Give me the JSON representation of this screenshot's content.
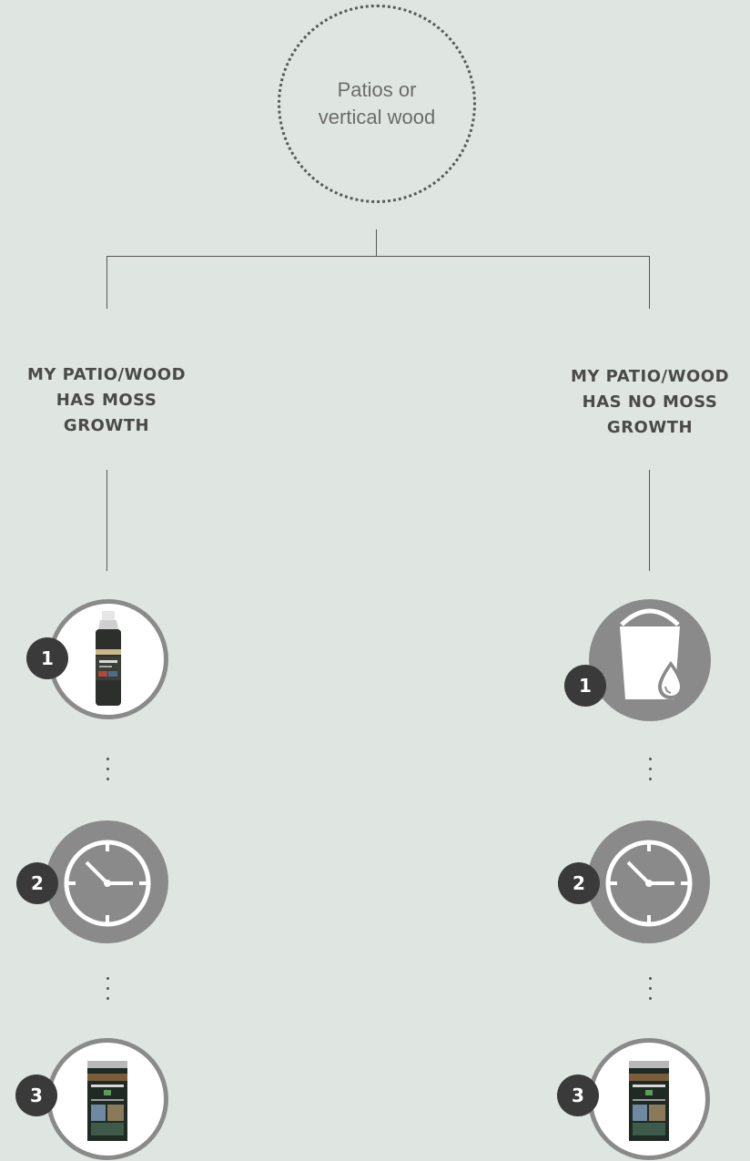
{
  "root": {
    "label": "Patios or\nvertical wood"
  },
  "branches": [
    {
      "label": "MY PATIO/WOOD\nHAS MOSS\nGROWTH",
      "steps": [
        {
          "number": "1",
          "icon": "cleaner-bottle-icon"
        },
        {
          "number": "2",
          "icon": "clock-icon"
        },
        {
          "number": "3",
          "icon": "wood-oil-tin-icon"
        }
      ]
    },
    {
      "label": "MY PATIO/WOOD\nHAS NO MOSS\nGROWTH",
      "steps": [
        {
          "number": "1",
          "icon": "bucket-water-icon"
        },
        {
          "number": "2",
          "icon": "clock-icon"
        },
        {
          "number": "3",
          "icon": "wood-oil-tin-icon"
        }
      ]
    }
  ],
  "colors": {
    "background": "#dfe6e2",
    "line": "#555555",
    "badge": "#3a3a3a",
    "circle_gray": "#8a8a8a"
  }
}
